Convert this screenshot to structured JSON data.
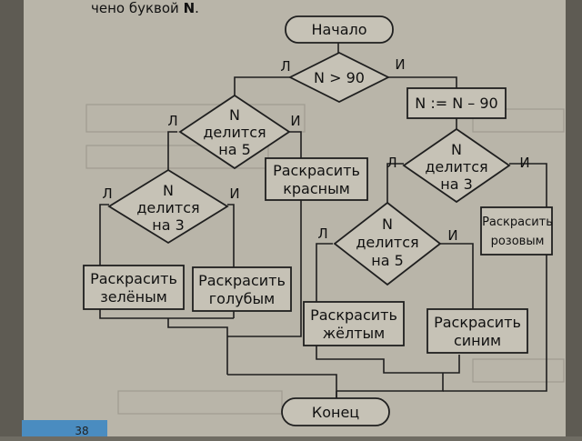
{
  "header": {
    "text_prefix": "чено буквой ",
    "text_var": "N",
    "text_suffix": "."
  },
  "page_number": "38",
  "flowchart": {
    "start": "Начало",
    "end": "Конец",
    "cond_n_gt_90": "N > 90",
    "assign_n_minus_90": "N := N – 90",
    "diamond_line1": "N",
    "diamond_line2": "делится",
    "on5": "на 5",
    "on3": "на 3",
    "paint": "Раскрасить",
    "red": "красным",
    "green": "зелёным",
    "lightblue": "голубым",
    "pink": "розовым",
    "yellow": "жёлтым",
    "blue": "синим",
    "no": "Л",
    "yes": "И"
  }
}
